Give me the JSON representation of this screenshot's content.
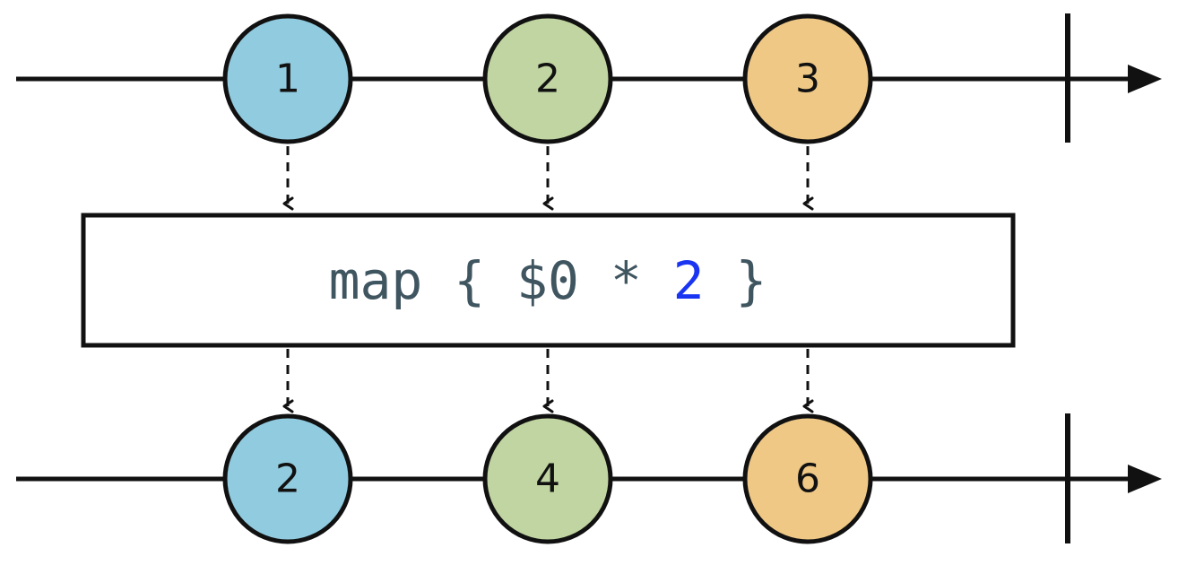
{
  "input_stream": {
    "values": [
      "1",
      "2",
      "3"
    ]
  },
  "operator": {
    "prefix": "map { $0 * ",
    "number": "2",
    "suffix": " }"
  },
  "output_stream": {
    "values": [
      "2",
      "4",
      "6"
    ]
  },
  "colors": {
    "marble_1": "#91cbdf",
    "marble_2": "#c0d5a1",
    "marble_3": "#efc886",
    "line": "#111111",
    "operator_text": "#3f5560",
    "operator_number": "#1a35f2"
  }
}
